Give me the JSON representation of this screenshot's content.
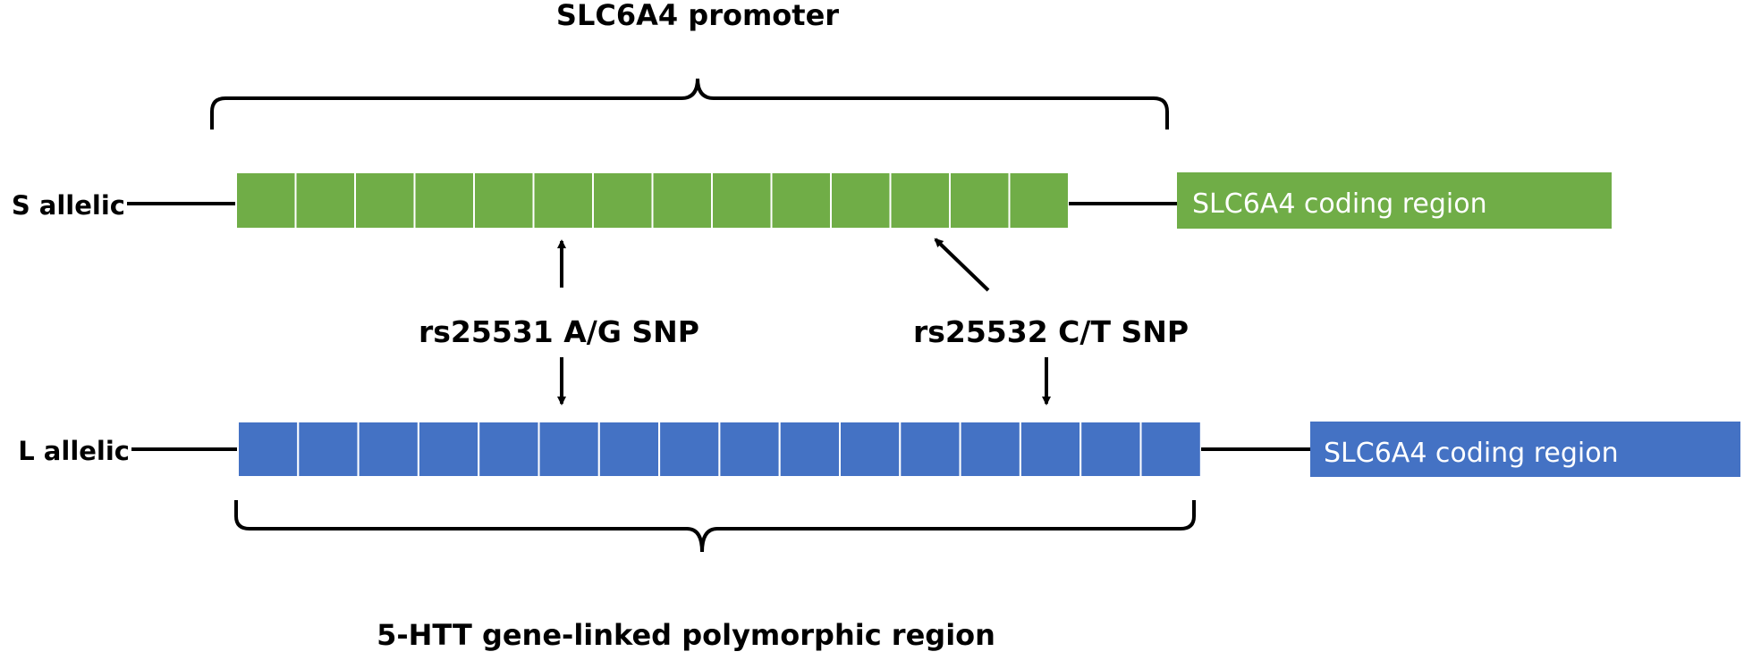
{
  "title_top": "SLC6A4  promoter",
  "title_bottom": "5-HTT gene-linked polymorphic region",
  "colors": {
    "s_repeat": "#70AD47",
    "l_repeat": "#4472C4",
    "line": "#000000",
    "repeat_divider": "#ffffff"
  },
  "s_allele": {
    "label": "S allelic",
    "repeat_count": 14,
    "coding_region_label": "SLC6A4 coding region"
  },
  "l_allele": {
    "label": "L allelic",
    "repeat_count": 16,
    "coding_region_label": "SLC6A4 coding region"
  },
  "snps": [
    {
      "label": "rs25531 A/G SNP"
    },
    {
      "label": "rs25532  C/T SNP"
    }
  ]
}
